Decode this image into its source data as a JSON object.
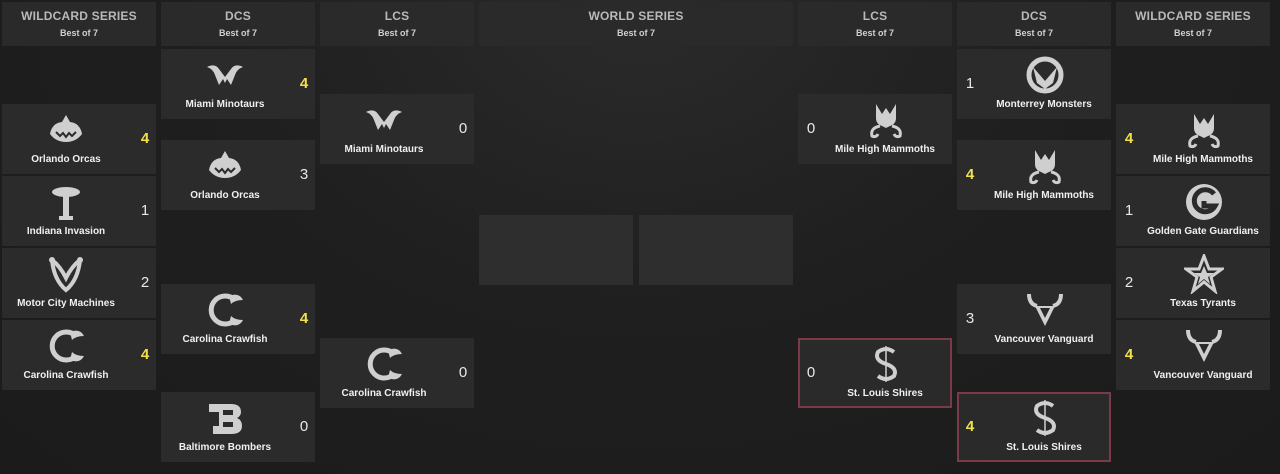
{
  "headers": [
    {
      "title": "WILDCARD SERIES",
      "sub": "Best of 7"
    },
    {
      "title": "DCS",
      "sub": "Best of 7"
    },
    {
      "title": "LCS",
      "sub": "Best of 7"
    },
    {
      "title": "WORLD SERIES",
      "sub": "Best of 7"
    },
    {
      "title": "LCS",
      "sub": "Best of 7"
    },
    {
      "title": "DCS",
      "sub": "Best of 7"
    },
    {
      "title": "WILDCARD SERIES",
      "sub": "Best of 7"
    }
  ],
  "left_wildcard": [
    {
      "team": "Orlando Orcas",
      "score": "4",
      "icon": "orca-icon"
    },
    {
      "team": "Indiana Invasion",
      "score": "1",
      "icon": "ufo-icon"
    },
    {
      "team": "Motor City Machines",
      "score": "2",
      "icon": "machines-icon"
    },
    {
      "team": "Carolina Crawfish",
      "score": "4",
      "icon": "crawfish-icon"
    }
  ],
  "left_dcs": [
    {
      "team": "Miami Minotaurs",
      "score": "4",
      "icon": "minotaur-icon"
    },
    {
      "team": "Orlando Orcas",
      "score": "3",
      "icon": "orca-icon"
    },
    {
      "team": "Carolina Crawfish",
      "score": "4",
      "icon": "crawfish-icon"
    },
    {
      "team": "Baltimore Bombers",
      "score": "0",
      "icon": "bombers-icon"
    }
  ],
  "left_lcs": [
    {
      "team": "Miami Minotaurs",
      "score": "0",
      "icon": "minotaur-icon"
    },
    {
      "team": "Carolina Crawfish",
      "score": "0",
      "icon": "crawfish-icon"
    }
  ],
  "right_lcs": [
    {
      "team": "Mile High Mammoths",
      "score": "0",
      "icon": "mammoth-icon"
    },
    {
      "team": "St. Louis Shires",
      "score": "0",
      "icon": "shires-icon"
    }
  ],
  "right_dcs": [
    {
      "team": "Monterrey Monsters",
      "score": "1",
      "icon": "monsters-icon"
    },
    {
      "team": "Mile High Mammoths",
      "score": "4",
      "icon": "mammoth-icon"
    },
    {
      "team": "Vancouver Vanguard",
      "score": "3",
      "icon": "vanguard-icon"
    },
    {
      "team": "St. Louis Shires",
      "score": "4",
      "icon": "shires-icon"
    }
  ],
  "right_wildcard": [
    {
      "team": "Mile High Mammoths",
      "score": "4",
      "icon": "mammoth-icon"
    },
    {
      "team": "Golden Gate Guardians",
      "score": "1",
      "icon": "guardians-icon"
    },
    {
      "team": "Texas Tyrants",
      "score": "2",
      "icon": "tyrants-icon"
    },
    {
      "team": "Vancouver Vanguard",
      "score": "4",
      "icon": "vanguard-icon"
    }
  ],
  "colors": {
    "win_score": "#f2e14a",
    "highlight_border": "#7a3a48"
  }
}
